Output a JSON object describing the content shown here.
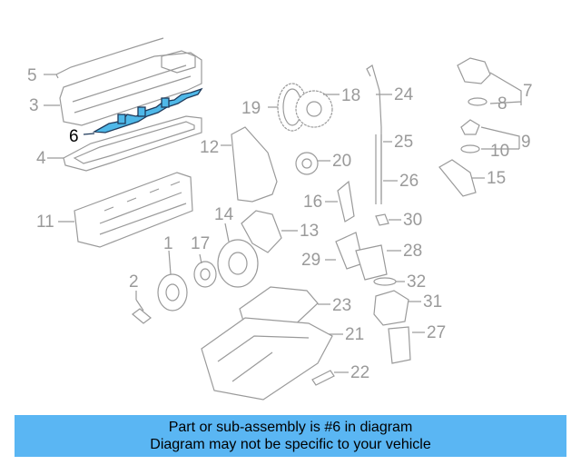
{
  "labels": {
    "l1": "1",
    "l2": "2",
    "l3": "3",
    "l4": "4",
    "l5": "5",
    "l6": "6",
    "l7": "7",
    "l8": "8",
    "l9": "9",
    "l10": "10",
    "l11": "11",
    "l12": "12",
    "l13": "13",
    "l14": "14",
    "l15": "15",
    "l16": "16",
    "l17": "17",
    "l18": "18",
    "l19": "19",
    "l20": "20",
    "l21": "21",
    "l22": "22",
    "l23": "23",
    "l24": "24",
    "l25": "25",
    "l26": "26",
    "l27": "27",
    "l28": "28",
    "l29": "29",
    "l30": "30",
    "l31": "31",
    "l32": "32"
  },
  "highlight": {
    "part_number": "6",
    "color": "#4fb8e8"
  },
  "banner": {
    "line1": "Part or sub-assembly is #6 in diagram",
    "line2": "Diagram may not be specific to your vehicle",
    "background": "#5ab6f3"
  }
}
